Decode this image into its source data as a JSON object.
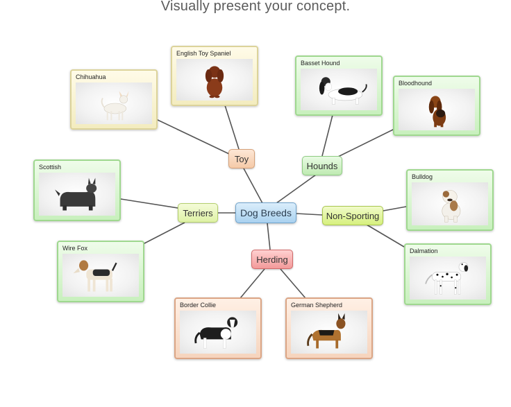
{
  "title": "Visually present your concept.",
  "center": "Dog Breeds",
  "categories": {
    "toy": "Toy",
    "hounds": "Hounds",
    "terriers": "Terriers",
    "non_sporting": "Non-Sporting",
    "herding": "Herding"
  },
  "breeds": {
    "chihuahua": "Chihuahua",
    "english_toy_spaniel": "English Toy Spaniel",
    "basset_hound": "Basset Hound",
    "bloodhound": "Bloodhound",
    "scottish": "Scottish",
    "wire_fox": "Wire Fox",
    "bulldog": "Bulldog",
    "dalmation": "Dalmation",
    "border_collie": "Border Collie",
    "german_shepherd": "German Shepherd"
  },
  "colors": {
    "toy": "#f5caa8",
    "hounds": "#bfeab2",
    "terriers": "#dff2a6",
    "non_sporting": "#d7f07e",
    "herding": "#f39a9a",
    "center": "#a9d1ef",
    "connector": "#555555"
  }
}
